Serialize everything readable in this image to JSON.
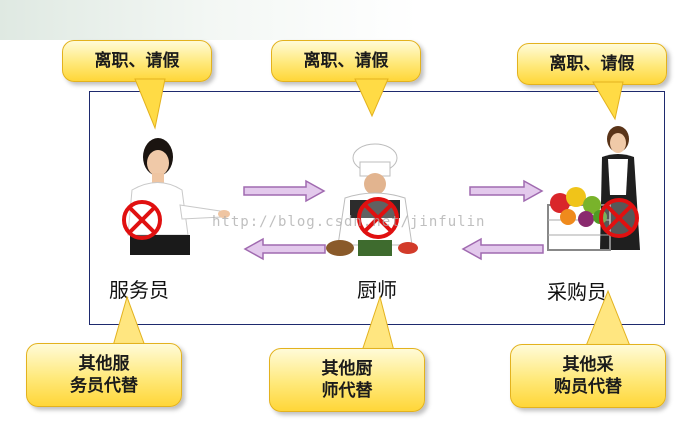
{
  "top_callouts": [
    "离职、请假",
    "离职、请假",
    "离职、请假"
  ],
  "roles": [
    "服务员",
    "厨师",
    "采购员"
  ],
  "bottom_callouts": [
    "其他服\n务员代替",
    "其他厨\n师代替",
    "其他采\n购员代替"
  ],
  "watermark": "http://blog.csdn.net/jinfulin",
  "colors": {
    "callout_fill": "#ffe97a",
    "callout_border": "#e3b21e",
    "frame_border": "#1e2a6e",
    "arrow": "#b07cc0",
    "forbidden": "#e01010"
  }
}
